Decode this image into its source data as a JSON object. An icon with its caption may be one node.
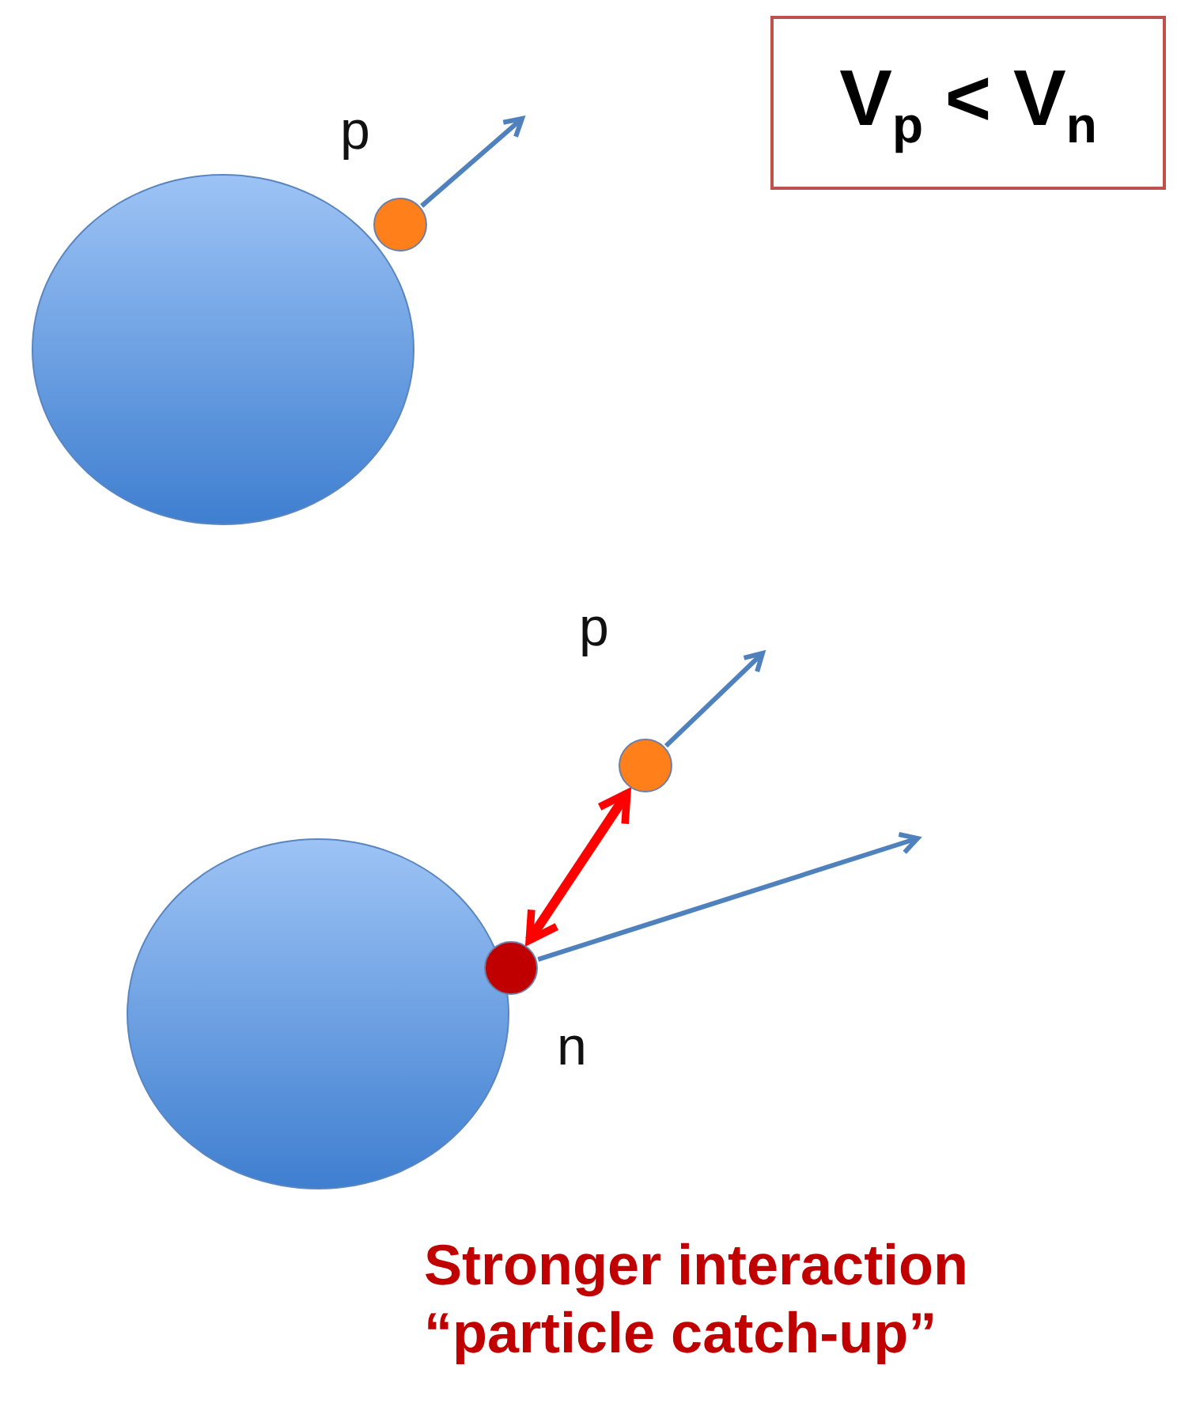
{
  "diagram": {
    "caption": "Stronger interaction “particle catch-up”",
    "nodes": [
      {
        "text": [],
        "shape": "circle"
      },
      {
        "text": [],
        "shape": "circle",
        "beside": [
          "p"
        ]
      },
      {
        "text": [
          "V$_{p}$ < V$_{n}$"
        ]
      },
      {
        "text": [],
        "shape": "circle"
      },
      {
        "text": [],
        "shape": "circle",
        "beside": [
          "n"
        ]
      },
      {
        "text": [],
        "shape": "circle",
        "beside": [
          "p"
        ]
      }
    ],
    "edges": [
      {
        "from": 4,
        "to": 5,
        "arrow": "both",
        "color": "#ff0000"
      }
    ]
  }
}
